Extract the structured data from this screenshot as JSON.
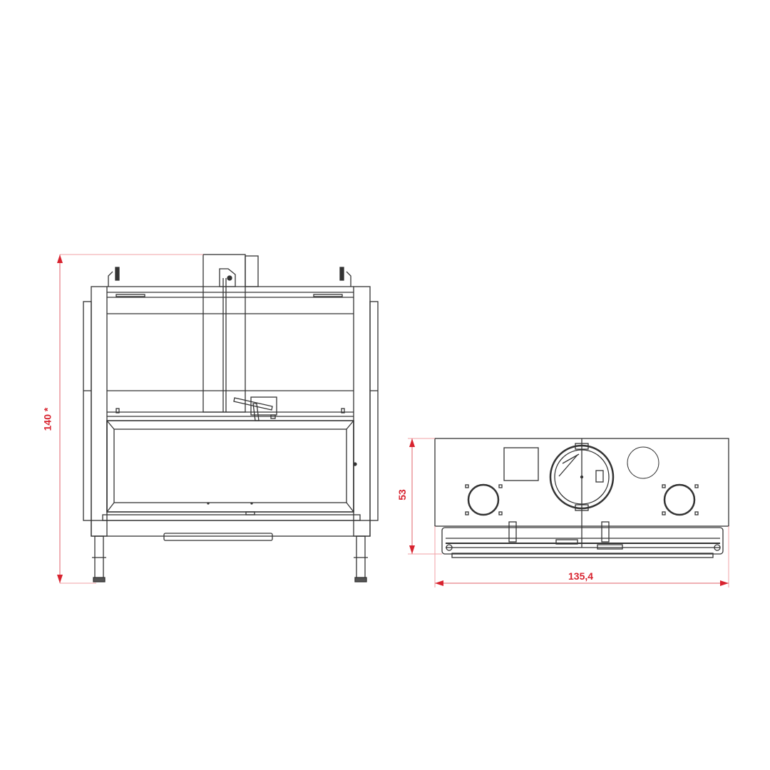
{
  "colors": {
    "dimension": "#d8232f",
    "dimension_light": "#f0a0a6",
    "drawing_line": "#333333",
    "background": "#ffffff"
  },
  "front_view": {
    "height_label": "140 *"
  },
  "top_view": {
    "depth_label": "53",
    "width_label": "135,4"
  }
}
